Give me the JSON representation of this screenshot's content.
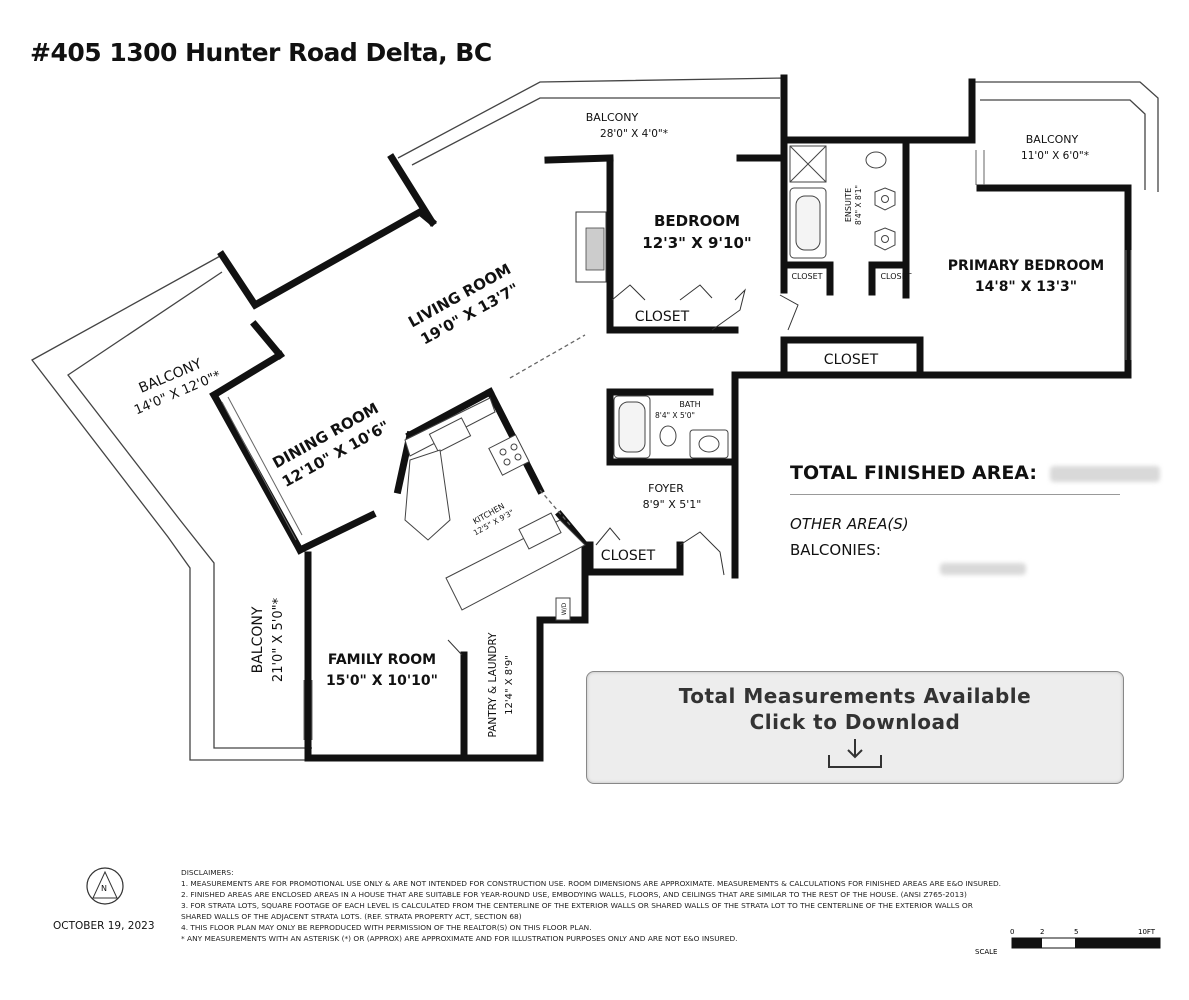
{
  "title": "#405 1300 Hunter Road Delta, BC",
  "rooms": {
    "balcony_top": {
      "name": "BALCONY",
      "dims": "28'0\" X 4'0\"*"
    },
    "balcony_right": {
      "name": "BALCONY",
      "dims": "11'0\" X 6'0\"*"
    },
    "balcony_left": {
      "name": "BALCONY",
      "dims": "14'0\" X 12'0\"*"
    },
    "balcony_bottom": {
      "name": "BALCONY",
      "dims": "21'0\" X 5'0\"*"
    },
    "bedroom": {
      "name": "BEDROOM",
      "dims": "12'3\" X 9'10\""
    },
    "primary_bedroom": {
      "name": "PRIMARY BEDROOM",
      "dims": "14'8\" X 13'3\""
    },
    "living_room": {
      "name": "LIVING ROOM",
      "dims": "19'0\" X 13'7\""
    },
    "dining_room": {
      "name": "DINING ROOM",
      "dims": "12'10\" X 10'6\""
    },
    "kitchen": {
      "name": "KITCHEN",
      "dims": "12'5\" X 9'3\""
    },
    "family_room": {
      "name": "FAMILY ROOM",
      "dims": "15'0\" X 10'10\""
    },
    "pantry_laundry": {
      "name": "PANTRY & LAUNDRY",
      "dims": "12'4\" X 8'9\""
    },
    "foyer": {
      "name": "FOYER",
      "dims": "8'9\" X 5'1\""
    },
    "bath": {
      "name": "BATH",
      "dims": "8'4\" X 5'0\""
    },
    "ensuite": {
      "name": "ENSUITE",
      "dims": "8'4\" X 8'1\""
    },
    "closet_bedroom": "CLOSET",
    "closet_primary": "CLOSET",
    "closet_foyer": "CLOSET",
    "closet_small_1": "CLOSET",
    "closet_small_2": "CLOSET",
    "wd": "W/D"
  },
  "area_panel": {
    "total_finished_area_label": "TOTAL FINISHED AREA:",
    "other_areas_label": "OTHER AREA(S)",
    "balconies_label": "BALCONIES:"
  },
  "download": {
    "line1": "Total Measurements Available",
    "line2": "Click to Download"
  },
  "compass_letter": "N",
  "date": "OCTOBER 19, 2023",
  "disclaimers": [
    "DISCLAIMERS:",
    "1. MEASUREMENTS ARE FOR PROMOTIONAL USE ONLY & ARE NOT INTENDED FOR CONSTRUCTION USE. ROOM DIMENSIONS ARE APPROXIMATE. MEASUREMENTS & CALCULATIONS FOR FINISHED AREAS ARE E&O INSURED.",
    "2. FINISHED AREAS ARE ENCLOSED AREAS IN A HOUSE THAT ARE SUITABLE FOR YEAR-ROUND USE, EMBODYING WALLS, FLOORS, AND CEILINGS THAT ARE SIMILAR TO THE REST OF THE HOUSE. (ANSI Z765-2013)",
    "3. FOR STRATA LOTS, SQUARE FOOTAGE OF EACH LEVEL IS CALCULATED FROM THE CENTERLINE OF THE EXTERIOR WALLS OR SHARED WALLS OF THE STRATA LOT TO THE CENTERLINE OF THE EXTERIOR WALLS OR",
    "SHARED WALLS OF THE ADJACENT STRATA LOTS. (REF. STRATA PROPERTY ACT, SECTION 68)",
    "4. THIS FLOOR PLAN MAY ONLY BE REPRODUCED WITH PERMISSION OF THE REALTOR(S) ON THIS FLOOR PLAN.",
    "* ANY MEASUREMENTS WITH AN ASTERISK (*) OR (APPROX) ARE APPROXIMATE AND FOR ILLUSTRATION PURPOSES ONLY AND ARE NOT E&O INSURED."
  ],
  "scale": {
    "label": "SCALE",
    "ticks": [
      "0",
      "2",
      "5",
      "10FT"
    ]
  }
}
